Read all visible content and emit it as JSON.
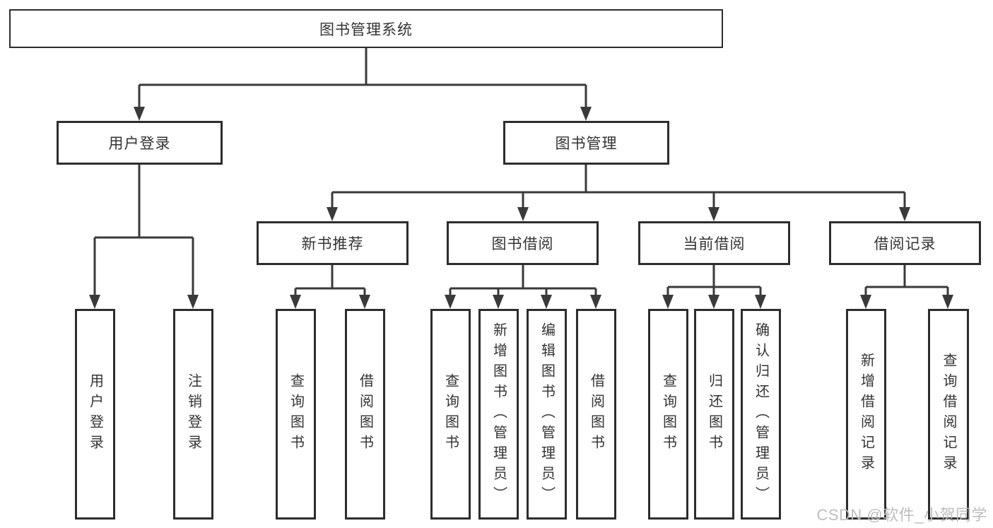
{
  "tree": {
    "root": "图书管理系统",
    "left": {
      "label": "用户登录",
      "children": [
        "用户登录",
        "注销登录"
      ]
    },
    "right": {
      "label": "图书管理",
      "groups": [
        {
          "label": "新书推荐",
          "children": [
            "查询图书",
            "借阅图书"
          ]
        },
        {
          "label": "图书借阅",
          "children": [
            "查询图书",
            "新增图书（管理员）",
            "编辑图书（管理员）",
            "借阅图书"
          ]
        },
        {
          "label": "当前借阅",
          "children": [
            "查询图书",
            "归还图书",
            "确认归还（管理员）"
          ]
        },
        {
          "label": "借阅记录",
          "children": [
            "新增借阅记录",
            "查询借阅记录"
          ]
        }
      ]
    }
  },
  "watermark": "CSDN @软件_小贺同学",
  "colors": {
    "line": "#3a3a3a",
    "box_border": "#2d2d2d",
    "text": "#333333",
    "watermark": "#bdbdbd",
    "background": "#ffffff"
  }
}
